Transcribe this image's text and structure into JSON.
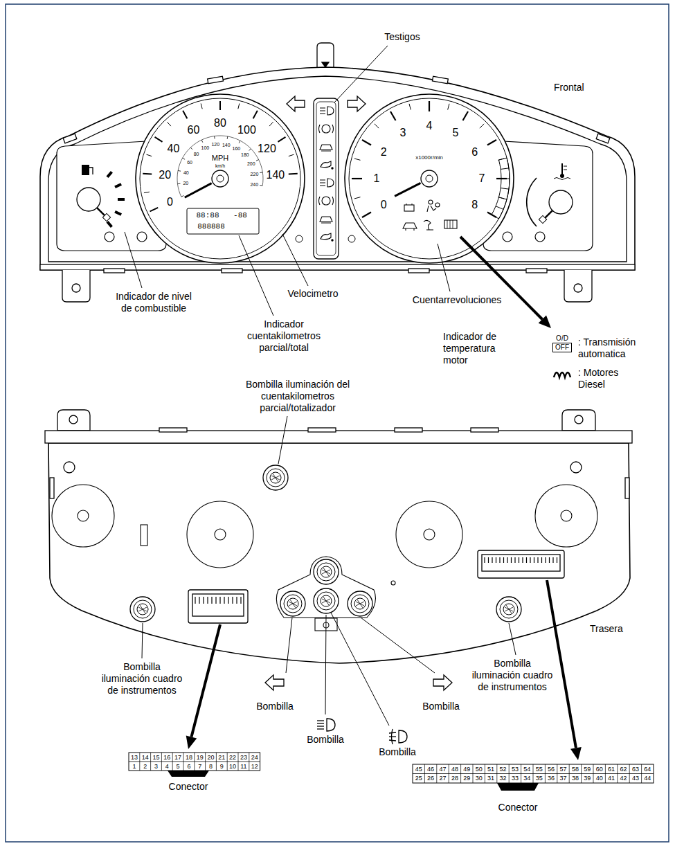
{
  "diagram": {
    "nodes": [
      {
        "text": [
          "O/D",
          "OFF"
        ]
      }
    ],
    "labels": [
      "Testigos",
      "Frontal",
      "0",
      "20",
      "40",
      "60",
      "80",
      "100",
      "120",
      "140",
      "MPH",
      "20",
      "40",
      "60",
      "80",
      "100",
      "120",
      "140",
      "160",
      "180",
      "200",
      "220",
      "240",
      "km/h",
      "88:88",
      "-88",
      "888888",
      "0",
      "1",
      "2",
      "3",
      "4",
      "5",
      "6",
      "7",
      "8",
      "x1000r/min",
      "Indicador de nivel de combustible",
      "Velocimetro",
      "Cuentarrevoluciones",
      "Indicador cuentakilometros parcial/total",
      "Indicador de temperatura motor",
      ": Transmisión automatica",
      ": Motores Diesel",
      "Bombilla iluminación del cuentakilometros parcial/totalizador",
      "Trasera",
      "Bombilla iluminación cuadro de instrumentos",
      "Bombilla",
      "Bombilla",
      "Bombilla",
      "Bombilla",
      "Bombilla iluminación cuadro de instrumentos",
      "13",
      "14",
      "15",
      "16",
      "17",
      "18",
      "19",
      "20",
      "21",
      "22",
      "23",
      "24",
      "1",
      "2",
      "3",
      "4",
      "5",
      "6",
      "7",
      "8",
      "9",
      "10",
      "11",
      "12",
      "Conector",
      "45",
      "46",
      "47",
      "48",
      "49",
      "50",
      "51",
      "52",
      "53",
      "54",
      "55",
      "56",
      "57",
      "58",
      "59",
      "60",
      "61",
      "62",
      "63",
      "64",
      "25",
      "26",
      "27",
      "28",
      "29",
      "30",
      "31",
      "32",
      "33",
      "34",
      "35",
      "36",
      "37",
      "38",
      "39",
      "40",
      "41",
      "42",
      "43",
      "44",
      "Conector"
    ]
  }
}
